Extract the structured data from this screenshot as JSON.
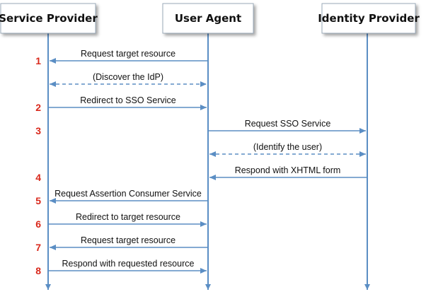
{
  "diagram": {
    "colors": {
      "line": "#5b8ec4",
      "step": "#d9291c",
      "actor_border": "#9aa9b8"
    },
    "actors": [
      {
        "id": "sp",
        "label": "Service Provider"
      },
      {
        "id": "ua",
        "label": "User Agent"
      },
      {
        "id": "idp",
        "label": "Identity Provider"
      }
    ],
    "messages": [
      {
        "from": "ua",
        "to": "sp",
        "label": "Request target resource",
        "step": "1",
        "style": "solid"
      },
      {
        "from": "sp",
        "to": "ua",
        "label": "(Discover the IdP)",
        "step": "",
        "style": "dashed",
        "bidirectional": true
      },
      {
        "from": "sp",
        "to": "ua",
        "label": "Redirect to SSO Service",
        "step": "2",
        "style": "solid"
      },
      {
        "from": "ua",
        "to": "idp",
        "label": "Request SSO Service",
        "step": "3",
        "style": "solid"
      },
      {
        "from": "ua",
        "to": "idp",
        "label": "(Identify the user)",
        "step": "",
        "style": "dashed",
        "bidirectional": true
      },
      {
        "from": "idp",
        "to": "ua",
        "label": "Respond with XHTML form",
        "step": "4",
        "style": "solid"
      },
      {
        "from": "ua",
        "to": "sp",
        "label": "Request Assertion Consumer Service",
        "step": "5",
        "style": "solid"
      },
      {
        "from": "sp",
        "to": "ua",
        "label": "Redirect to target resource",
        "step": "6",
        "style": "solid"
      },
      {
        "from": "ua",
        "to": "sp",
        "label": "Request target resource",
        "step": "7",
        "style": "solid"
      },
      {
        "from": "sp",
        "to": "ua",
        "label": "Respond with requested resource",
        "step": "8",
        "style": "solid"
      }
    ]
  }
}
